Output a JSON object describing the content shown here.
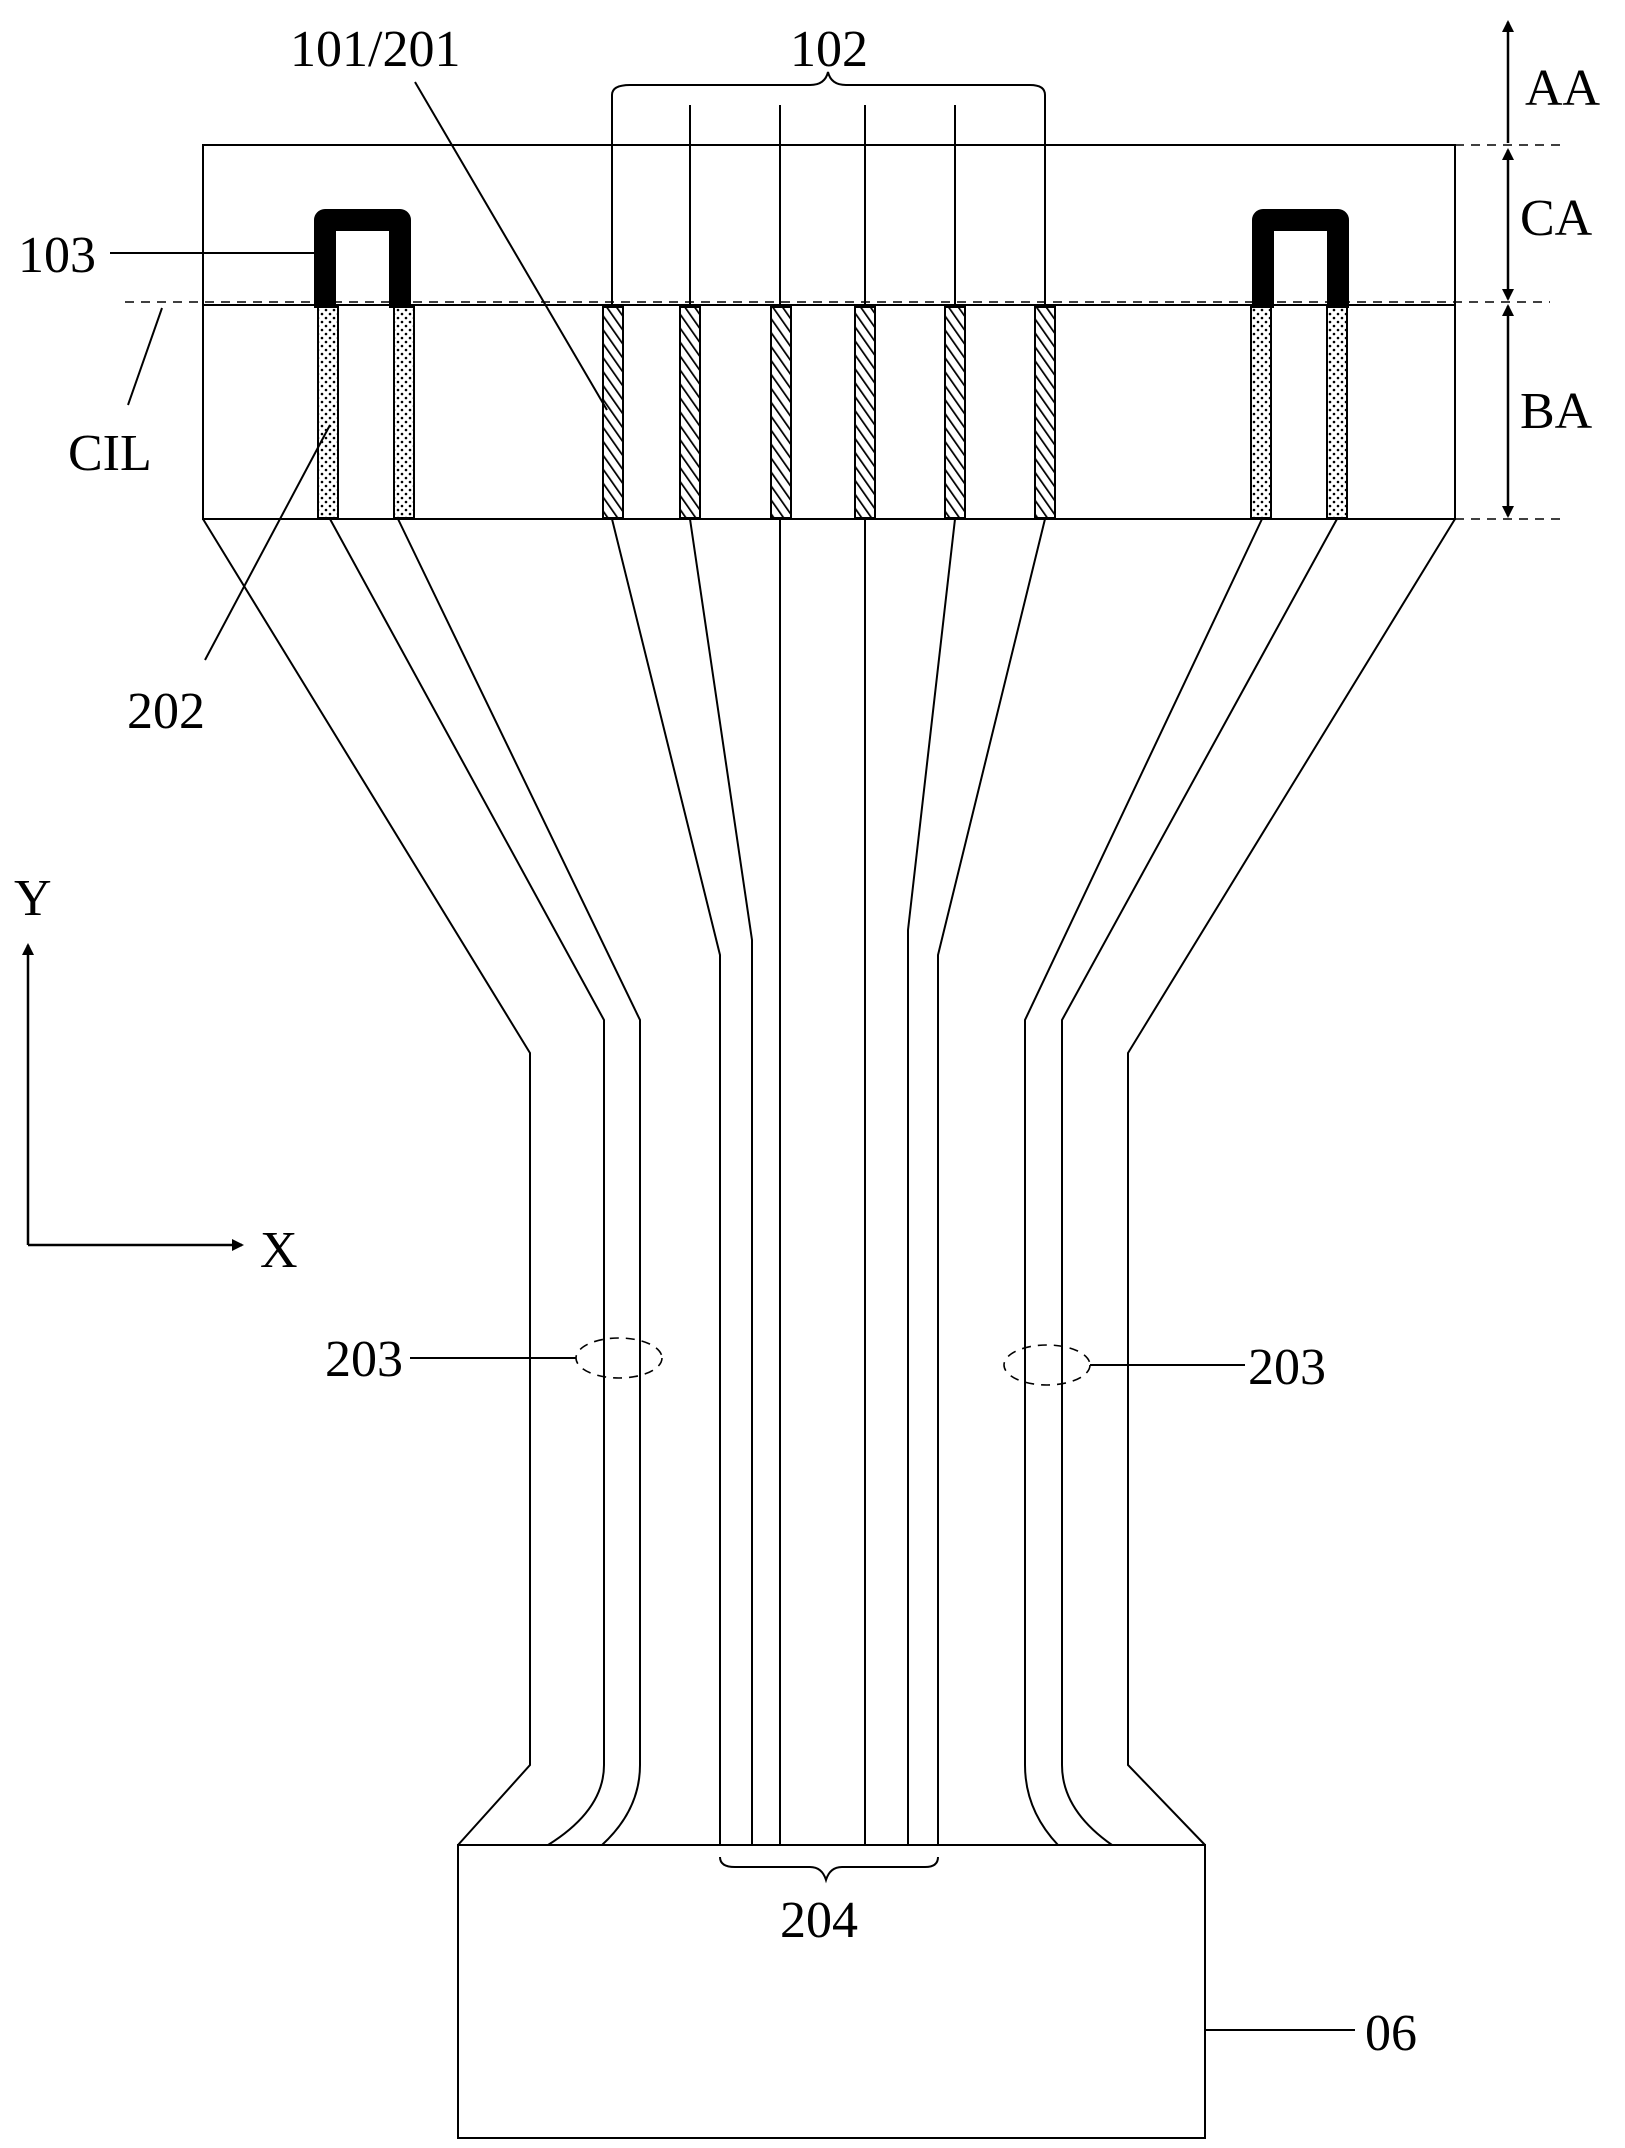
{
  "labels": {
    "aa": "AA",
    "ca": "CA",
    "ba": "BA",
    "cil": "CIL",
    "ref_101_201": "101/201",
    "ref_102": "102",
    "ref_103": "103",
    "ref_202": "202",
    "ref_203_left": "203",
    "ref_203_right": "203",
    "ref_204": "204",
    "ref_06": "06",
    "axis_y": "Y",
    "axis_x": "X"
  },
  "colors": {
    "line": "#000000",
    "background": "#ffffff"
  },
  "patterns": {
    "dotted_pads": "dot-fill",
    "hatched_pads": "diagonal-hatch"
  }
}
